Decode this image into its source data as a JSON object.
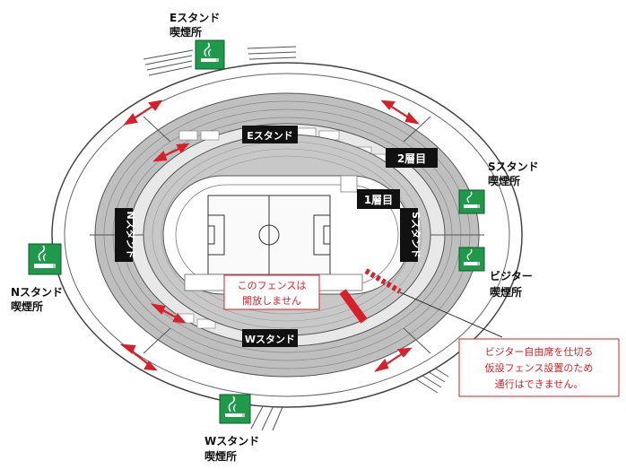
{
  "stands": {
    "e": "Eスタンド",
    "w": "Wスタンド",
    "n": "Nスタンド",
    "s": "Sスタンド"
  },
  "tiers": {
    "upper": "2層目",
    "lower": "1層目"
  },
  "smoking": {
    "e_label": "Eスタンド",
    "e_sub": "喫煙所",
    "s_label": "Sスタンド",
    "s_sub": "喫煙所",
    "n_label": "Nスタンド",
    "n_sub": "喫煙所",
    "w_label": "Wスタンド",
    "w_sub": "喫煙所",
    "visitor_label": "ビジター",
    "visitor_sub": "喫煙所",
    "icon": "smoking-area-icon"
  },
  "notes": {
    "fence_line1": "このフェンスは",
    "fence_line2": "開放しません",
    "info_line1": "ビジター自由席を仕切る",
    "info_line2": "仮設フェンス設置のため",
    "info_line3": "通行はできません。"
  },
  "colors": {
    "accent_red": "#d6202a",
    "smoking_green": "#1e9a4a",
    "stand_gray": "#bfbfbf",
    "concourse_light": "#e6e6e6",
    "label_black": "#111111"
  }
}
